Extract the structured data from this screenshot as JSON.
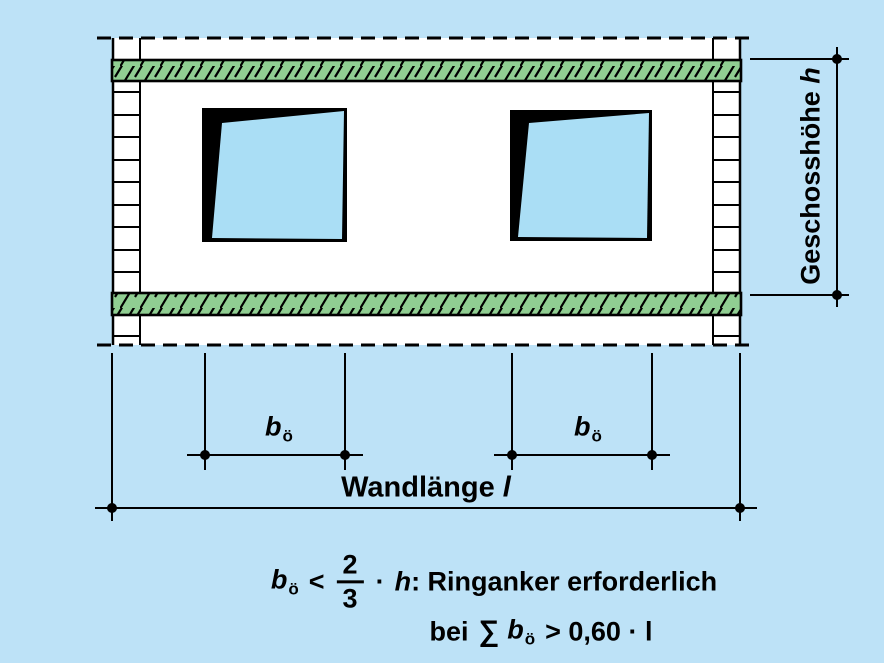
{
  "figure": {
    "type": "technical-diagram",
    "subject": "Ringanker (ring beam) requirement for masonry wall with openings"
  },
  "colors": {
    "background": "#bde2f7",
    "window_glass": "#aadef5",
    "ring_beam_green": "#90ce92",
    "wall_white": "#ffffff",
    "line_black": "#000000"
  },
  "labels": {
    "story_height": {
      "text": "Geschosshöhe",
      "symbol": "h"
    },
    "opening_width": {
      "symbol": "b",
      "subscript": "ö"
    },
    "wall_length": {
      "text": "Wandlänge",
      "symbol": "l"
    }
  },
  "formula": {
    "b": "b",
    "b_sub": "ö",
    "lt": "<",
    "numerator": "2",
    "denominator": "3",
    "dot": "·",
    "h": "h",
    "tail1": ": Ringanker erforderlich",
    "bei": "bei",
    "sigma": "∑",
    "tail2": "> 0,60 · l"
  }
}
